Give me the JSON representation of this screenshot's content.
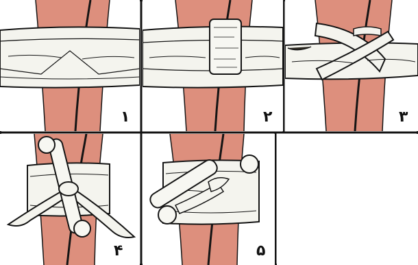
{
  "panels": [
    {
      "label": "۱"
    },
    {
      "label": "۲"
    },
    {
      "label": "۳"
    },
    {
      "label": "۴"
    },
    {
      "label": "۵"
    }
  ],
  "colors": {
    "skin": "#dd8f7d",
    "outline": "#141414",
    "bandage": "#f4f4ee",
    "background": "#ffffff"
  }
}
